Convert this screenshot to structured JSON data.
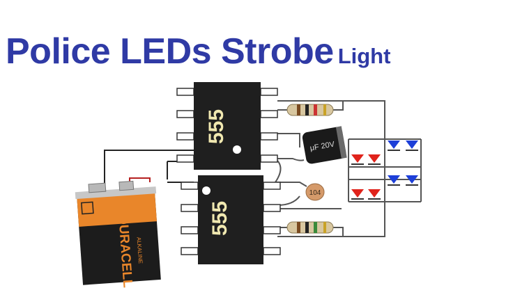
{
  "title": {
    "main": "Police LEDs Strobe",
    "suffix": "Light"
  },
  "chips": [
    {
      "label": "555"
    },
    {
      "label": "555"
    }
  ],
  "capacitor": {
    "text": "μF 20V"
  },
  "ceramic_capacitor": {
    "text": "104"
  },
  "battery": {
    "brand": "DURACELL",
    "subtext": "ALKALINE"
  },
  "colors": {
    "title": "#2f3aa5",
    "chip": "#1f1f1f",
    "chip_text": "#f0e8b0",
    "led_red": "#e0231b",
    "led_blue": "#1d3fd8",
    "wire": "#444444",
    "battery_orange": "#e9862a"
  }
}
